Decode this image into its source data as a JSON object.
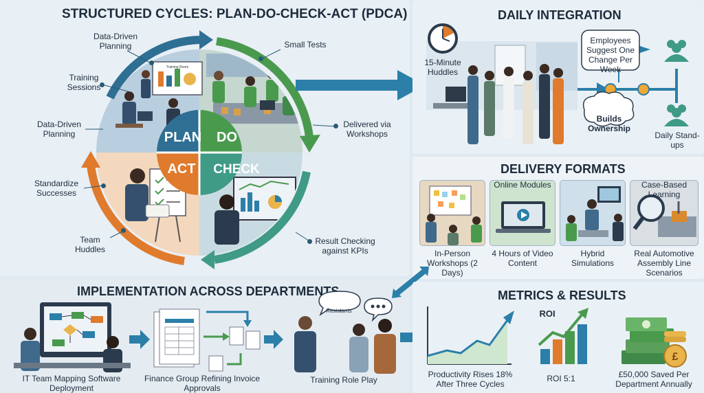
{
  "pdca": {
    "title": "STRUCTURED CYCLES: PLAN-DO-CHECK-ACT (PDCA)",
    "quadrants": {
      "plan": "PLAN",
      "do": "DO",
      "check": "CHECK",
      "act": "ACT"
    },
    "labels": {
      "data_driven_planning_top": "Data-Driven Planning",
      "training_sessions": "Training Sessions",
      "data_driven_planning_left": "Data-Driven Planning",
      "standardize_successes": "Standardize Successes",
      "team_huddles": "Team Huddles",
      "small_tests": "Small Tests",
      "delivered_via_workshops": "Delivered via Workshops",
      "result_checking": "Result Checking against KPIs"
    },
    "board_caption": "Training Room"
  },
  "daily": {
    "title": "DAILY INTEGRATION",
    "huddles": "15-Minute Huddles",
    "suggest": "Employees Suggest One Change Per Week",
    "ownership": "Builds Ownership",
    "standups": "Daily Stand-ups"
  },
  "delivery": {
    "title": "DELIVERY FORMATS",
    "formats": [
      {
        "top": "",
        "bottom": "In-Person Workshops (2 Days)"
      },
      {
        "top": "Online Modules",
        "bottom": "4 Hours of Video Content"
      },
      {
        "top": "",
        "bottom": "Hybrid Simulations"
      },
      {
        "top": "Case-Based Learning",
        "bottom": "Real Automotive Assembly Line Scenarios"
      }
    ]
  },
  "implementation": {
    "title": "IMPLEMENTATION ACROSS DEPARTMENTS",
    "items": [
      "IT Team Mapping Software Deployment",
      "Finance Group Refining Invoice Approvals",
      "Training Role Play"
    ],
    "bubble": "Resistants"
  },
  "metrics": {
    "title": "METRICS & RESULTS",
    "roi_label": "ROI",
    "productivity": "Productivity Rises 18% After Three Cycles",
    "roi": "ROI 5:1",
    "saved": "£50,000 Saved Per Department Annually",
    "coin_symbol": "£"
  },
  "colors": {
    "plan": "#2e6f93",
    "do": "#4a9a4e",
    "check": "#3f9a86",
    "act": "#e07a2c",
    "arrow": "#2b7fa8"
  }
}
